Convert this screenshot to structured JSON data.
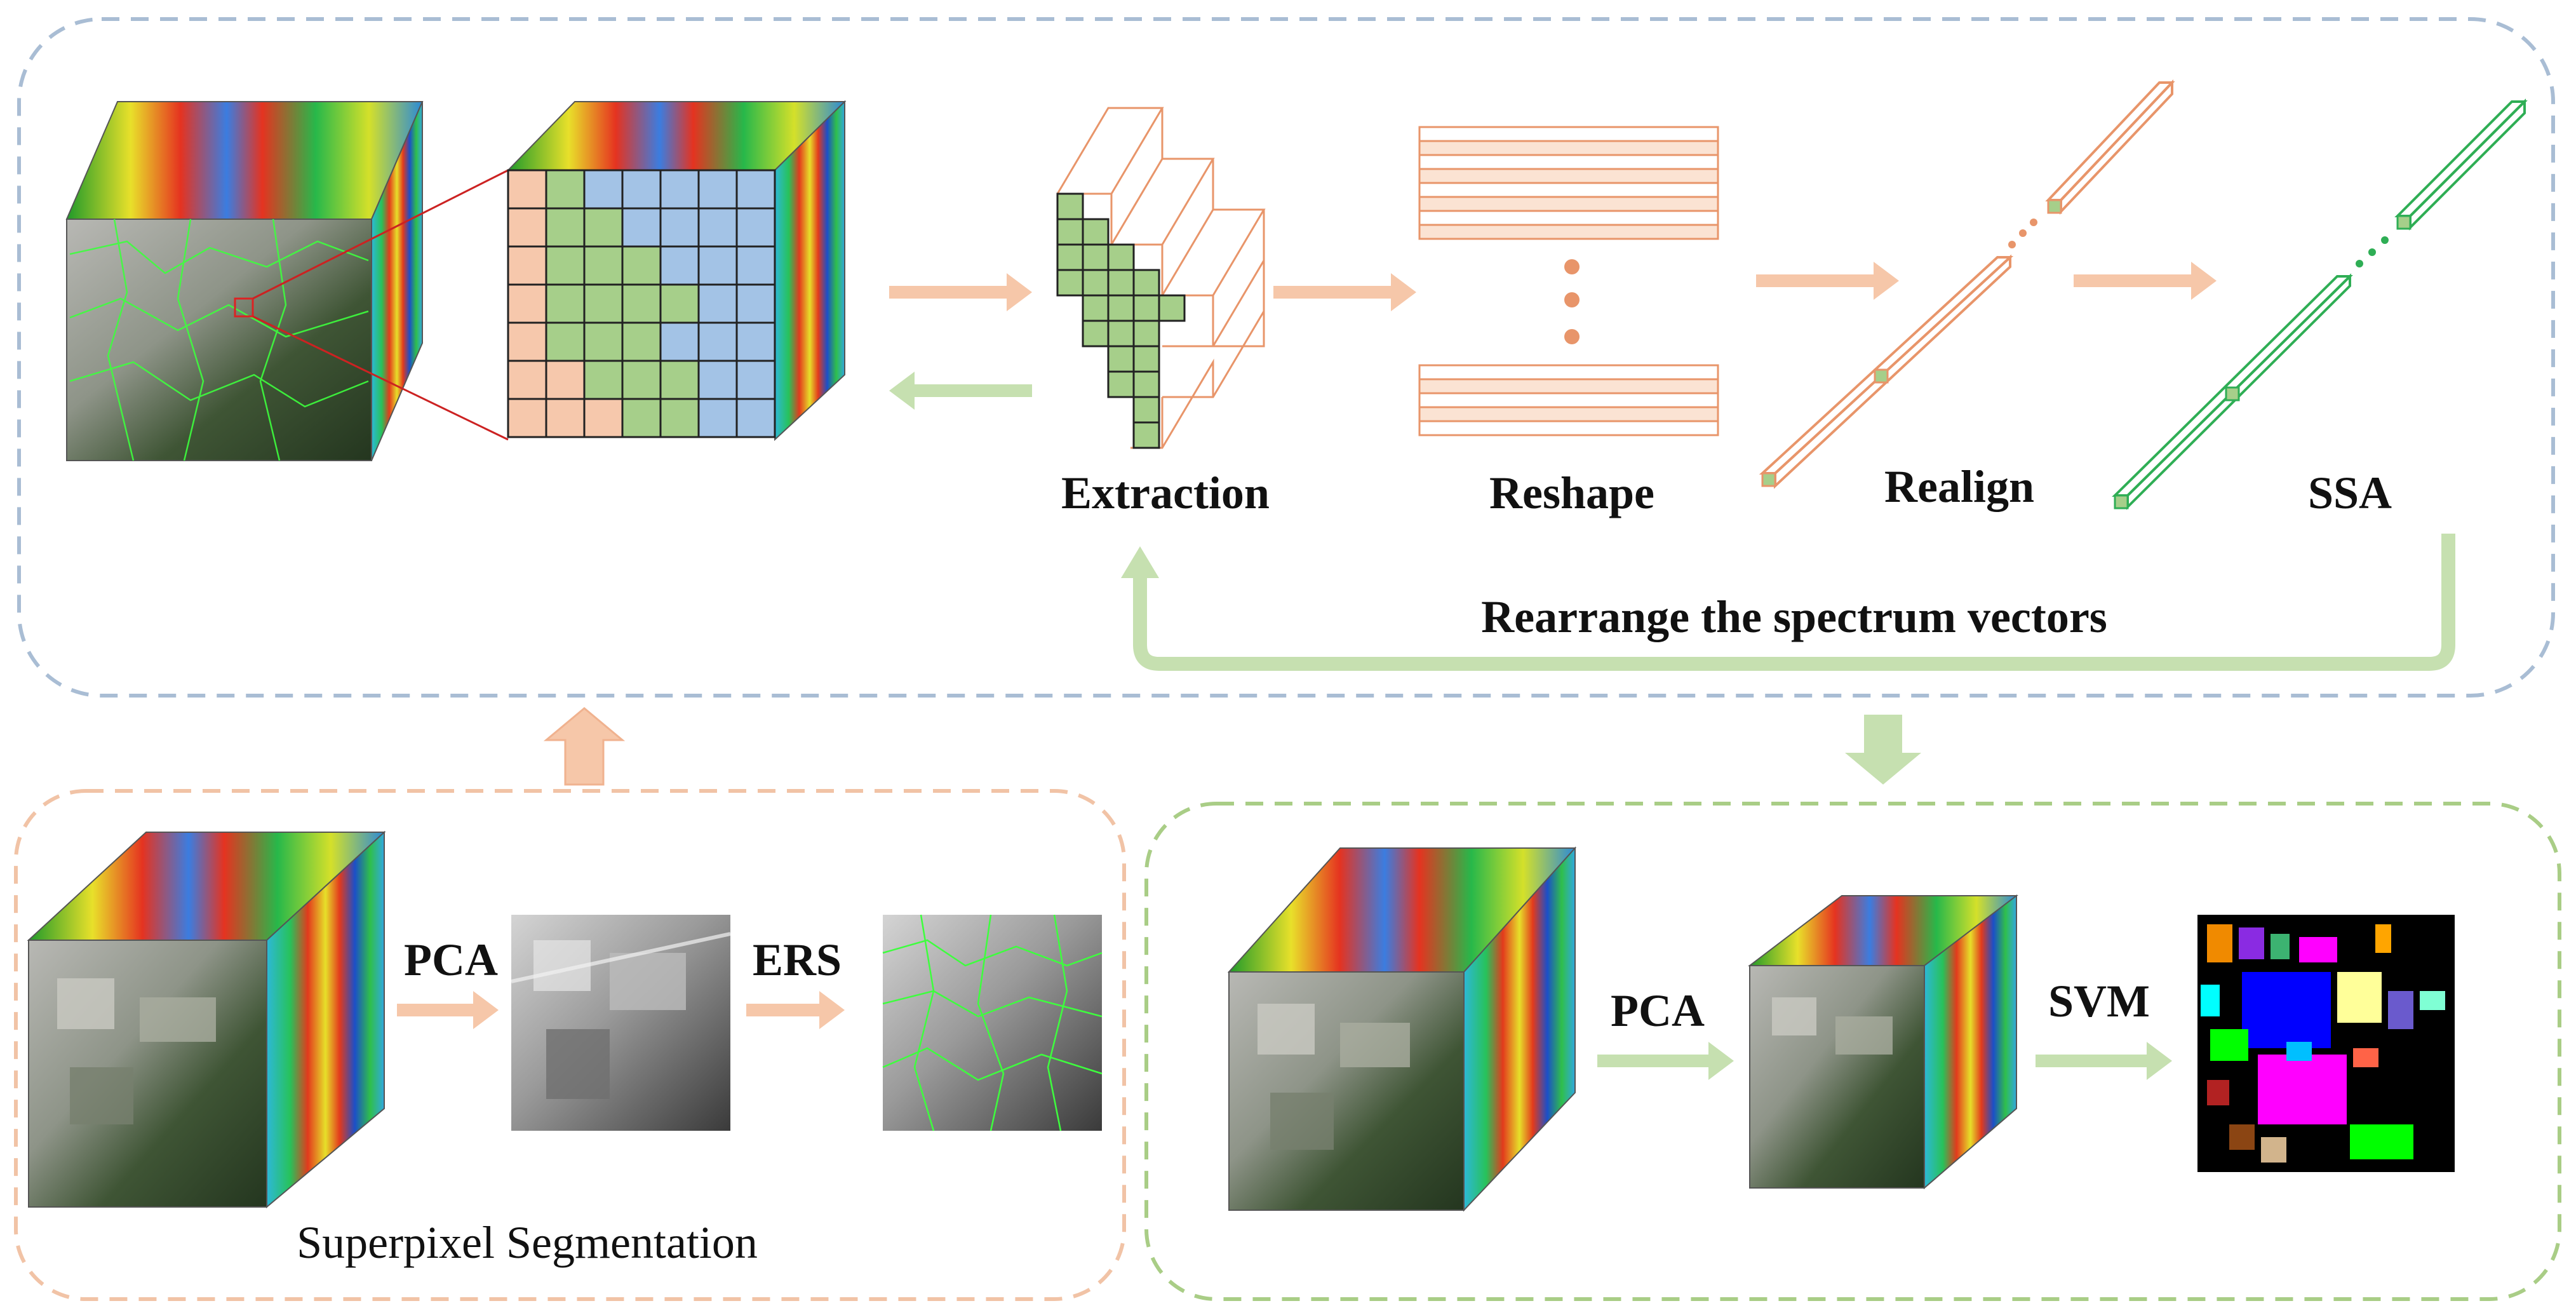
{
  "labels": {
    "extraction": "Extraction",
    "reshape": "Reshape",
    "realign": "Realign",
    "ssa": "SSA",
    "rearrange": "Rearrange the spectrum vectors",
    "superpixel": "Superpixel Segmentation",
    "pca_left": "PCA",
    "ers": "ERS",
    "pca_right": "PCA",
    "svm": "SVM"
  },
  "colors": {
    "blue_box": "#a9bdd4",
    "orange_box": "#f1c3a6",
    "green_box": "#a9cd86",
    "orange_arrow": "#f6c7a9",
    "green_arrow": "#c6e0b0",
    "orange_stroke": "#e8956a",
    "green_stroke": "#2fae55",
    "grid_orange": "#f6c8ac",
    "grid_green": "#a6cf8a",
    "grid_blue": "#a3c3e6"
  },
  "icons": {
    "hsi_cube": "hyperspectral-cube-icon",
    "grid_cube": "superpixel-grid-cube-icon",
    "stair": "extraction-stair-icon",
    "bars": "reshape-bars-icon",
    "vectors": "spectral-vector-icon",
    "class_map": "classification-map-icon"
  }
}
